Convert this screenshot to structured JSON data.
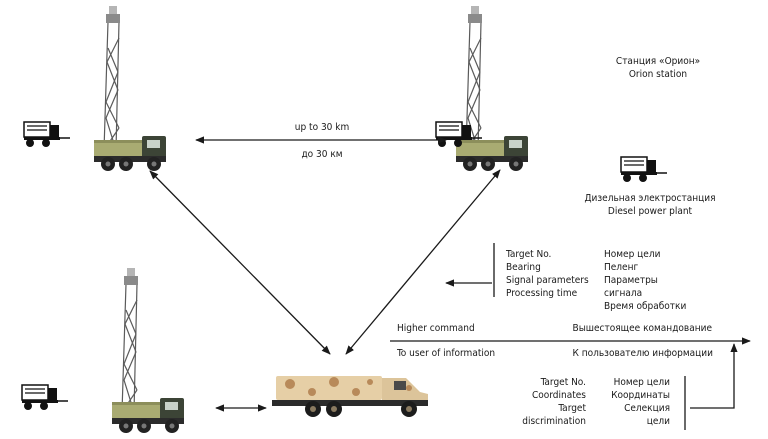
{
  "distance": {
    "en": "up to 30 km",
    "ru": "до 30 км"
  },
  "station_legend": {
    "ru": "Станция «Орион»",
    "en": "Orion station"
  },
  "power_legend": {
    "ru": "Дизельная электростанция",
    "en": "Diesel power plant"
  },
  "outputs_en": [
    "Target No.",
    "Bearing",
    "Signal parameters",
    "Processing time"
  ],
  "outputs_ru": [
    "Номер цели",
    "Пеленг",
    "Параметры",
    "сигнала",
    "Время обработки"
  ],
  "command": {
    "higher_en": "Higher command",
    "higher_ru": "Вышестоящее командование",
    "user_en": "To user of information",
    "user_ru": "К пользователю информации"
  },
  "inputs_en": [
    "Target No.",
    "Coordinates",
    "Target",
    "discrimination"
  ],
  "inputs_ru": [
    "Номер цели",
    "Координаты",
    "Селекция",
    "цели"
  ],
  "colors": {
    "truck_cab": "#3c4436",
    "truck_body": "#a9ab72",
    "mast": "#5a5a5a",
    "camo_base": "#e6cfa6",
    "camo_spots": "#b88a5a",
    "arrow": "#1a1a1a"
  }
}
